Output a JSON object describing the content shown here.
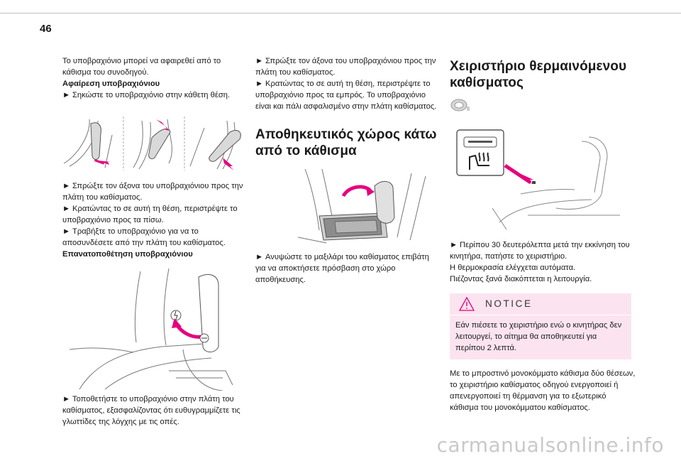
{
  "page": {
    "number": "46",
    "watermark": "carmanualsonline.info"
  },
  "col1": {
    "intro": "Το υποβραχιόνιο μπορεί να αφαιρεθεί από το κάθισμα του συνοδηγού.",
    "removal_heading": "Αφαίρεση υποβραχιόνιου",
    "step1": "Σηκώστε το υποβραχιόνιο στην κάθετη θέση.",
    "step2": "Σπρώξτε τον άξονα του υποβραχιόνιου προς την πλάτη του καθίσματος.",
    "step3": "Κρατώντας το σε αυτή τη θέση, περιστρέψτε το υποβραχιόνιο προς τα πίσω.",
    "step4": "Τραβήξτε το υποβραχιόνιο για να το αποσυνδέσετε από την πλάτη του καθίσματος.",
    "refit_heading": "Επανατοποθέτηση υποβραχιόνιου",
    "refit_step": "Τοποθετήστε το υποβραχιόνιο στην πλάτη του καθίσματος, εξασφαλίζοντας ότι ευθυγραμμίζετε τις γλωττίδες της λόγχης με τις οπές."
  },
  "col2": {
    "step1": "Σπρώξτε τον άξονα του υποβραχιόνιου προς την πλάτη του καθίσματος.",
    "step2": "Κρατώντας το σε αυτή τη θέση, περιστρέψτε το υποβραχιόνιο προς τα εμπρός. Το υποβραχιόνιο είναι και πάλι ασφαλισμένο στην πλάτη καθίσματος.",
    "heading": "Αποθηκευτικός χώρος κάτω από το κάθισμα",
    "step3": "Ανυψώστε το μαξιλάρι του καθίσματος επιβάτη για να αποκτήσετε πρόσβαση στο χώρο αποθήκευσης."
  },
  "col3": {
    "heading": "Χειριστήριο θερμαινόμενου καθίσματος",
    "step1": "Περίπου 30 δευτερόλεπτα μετά την εκκίνηση του κινητήρα, πατήστε το χειριστήριο.",
    "line2": "Η θερμοκρασία ελέγχεται αυτόματα.",
    "line3": "Πιέζοντας ξανά διακόπτεται η λειτουργία.",
    "notice_title": "NOTICE",
    "notice_text": "Εάν πιέσετε το χειριστήριο ενώ ο κινητήρας δεν λειτουργεί, το αίτημα θα αποθηκευτεί για περίπου 2 λεπτά.",
    "closing": "Με το μπροστινό μονοκόμματο κάθισμα δύο θέσεων, το χειριστήριο καθίσματος οδηγού ενεργοποιεί ή απενεργοποιεί τη θέρμανση για το εξωτερικό κάθισμα του μονοκόμματου καθίσματος."
  },
  "bullet_glyph": "►",
  "colors": {
    "accent": "#e6007e",
    "notice_bg": "#fbe4ef",
    "rule": "#bfbfbf"
  },
  "icons": [
    "warning-triangle-icon",
    "steering-wheel-icon",
    "seat-heater-icon"
  ]
}
